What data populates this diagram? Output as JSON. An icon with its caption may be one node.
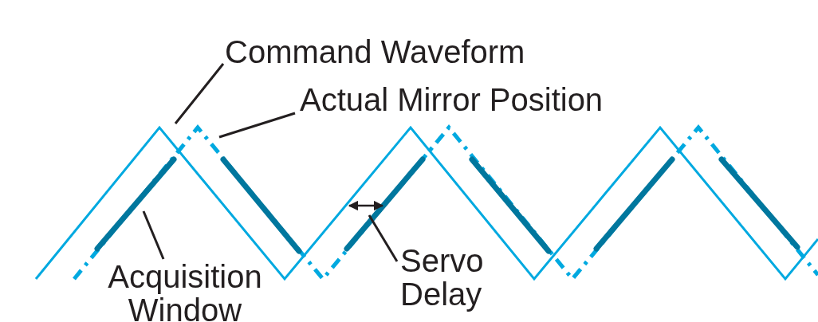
{
  "diagram": {
    "nodes": [
      {
        "text": [
          "Command Waveform"
        ]
      },
      {
        "text": [
          "Actual Mirror Position"
        ]
      },
      {
        "text": [
          "Acquisition Window"
        ]
      },
      {
        "text": [
          "Servo Delay"
        ]
      }
    ],
    "edges": [
      {
        "from": 0,
        "to": null,
        "arrow": "none"
      },
      {
        "from": 1,
        "to": null,
        "arrow": "none"
      },
      {
        "from": 2,
        "to": null,
        "arrow": "none"
      },
      {
        "from": 3,
        "to": null,
        "arrow": "none"
      }
    ]
  }
}
